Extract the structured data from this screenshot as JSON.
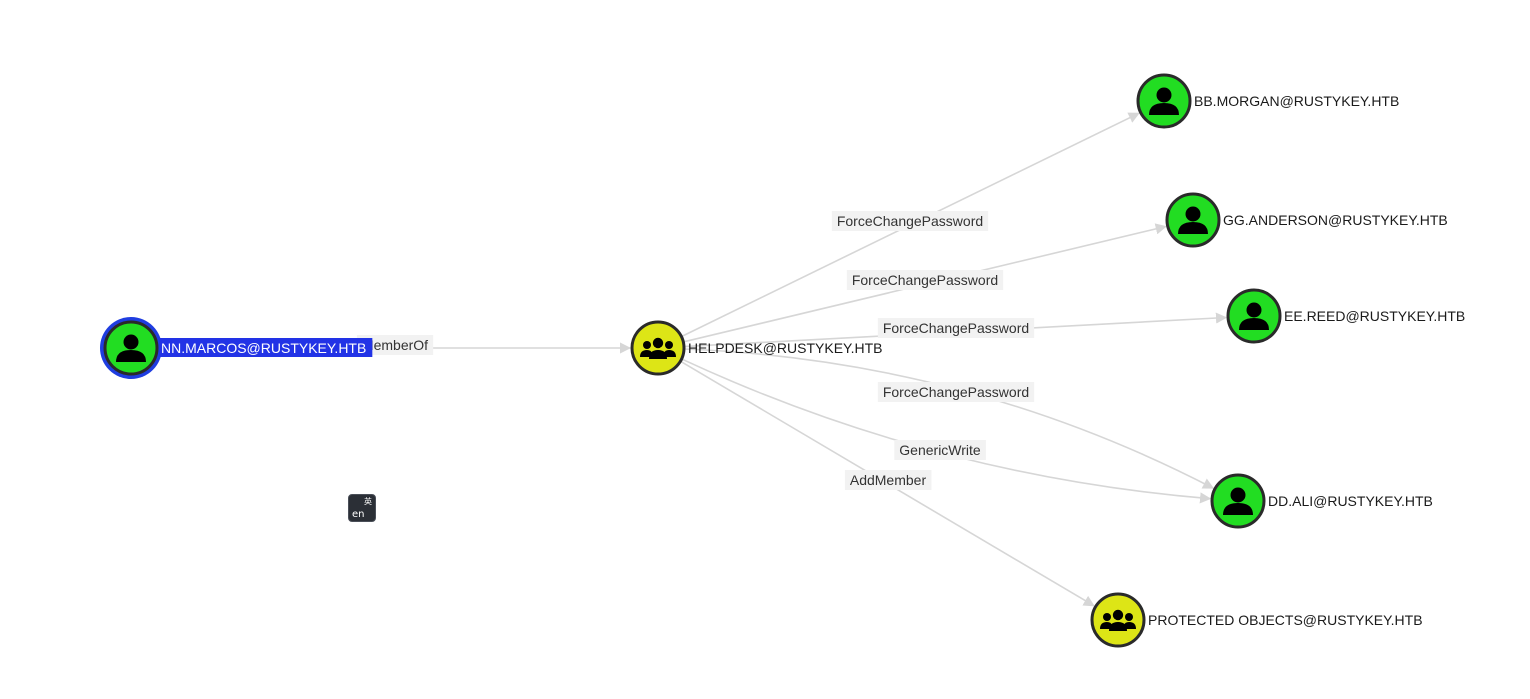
{
  "graph": {
    "nodes": [
      {
        "id": "nn_marcos",
        "label": "NN.MARCOS@RUSTYKEY.HTB",
        "kind": "user",
        "icon": "user-icon",
        "fill": "#22dd22",
        "selected": true
      },
      {
        "id": "helpdesk",
        "label": "HELPDESK@RUSTYKEY.HTB",
        "kind": "group",
        "icon": "group-icon",
        "fill": "#dde516"
      },
      {
        "id": "bb_morgan",
        "label": "BB.MORGAN@RUSTYKEY.HTB",
        "kind": "user",
        "icon": "user-icon",
        "fill": "#22dd22"
      },
      {
        "id": "gg_anderson",
        "label": "GG.ANDERSON@RUSTYKEY.HTB",
        "kind": "user",
        "icon": "user-icon",
        "fill": "#22dd22"
      },
      {
        "id": "ee_reed",
        "label": "EE.REED@RUSTYKEY.HTB",
        "kind": "user",
        "icon": "user-icon",
        "fill": "#22dd22"
      },
      {
        "id": "dd_ali",
        "label": "DD.ALI@RUSTYKEY.HTB",
        "kind": "user",
        "icon": "user-icon",
        "fill": "#22dd22"
      },
      {
        "id": "protected_objects",
        "label": "PROTECTED OBJECTS@RUSTYKEY.HTB",
        "kind": "group",
        "icon": "group-icon",
        "fill": "#dde516"
      }
    ],
    "edges": [
      {
        "from": "nn_marcos",
        "to": "helpdesk",
        "label": "MemberOf"
      },
      {
        "from": "helpdesk",
        "to": "bb_morgan",
        "label": "ForceChangePassword"
      },
      {
        "from": "helpdesk",
        "to": "gg_anderson",
        "label": "ForceChangePassword"
      },
      {
        "from": "helpdesk",
        "to": "ee_reed",
        "label": "ForceChangePassword"
      },
      {
        "from": "helpdesk",
        "to": "dd_ali",
        "label": "ForceChangePassword"
      },
      {
        "from": "helpdesk",
        "to": "dd_ali",
        "label": "GenericWrite"
      },
      {
        "from": "helpdesk",
        "to": "protected_objects",
        "label": "AddMember"
      }
    ],
    "colors": {
      "edge": "#d6d6d6",
      "node_border": "#2a2a2a",
      "selected_ring": "#1f3de0",
      "selected_label_bg": "#2233e6",
      "edge_label_bg": "#f2f2f2",
      "icon": "#000000"
    }
  },
  "ime_indicator": {
    "top": "英",
    "bottom": "en",
    "icon": "input-method-icon"
  }
}
